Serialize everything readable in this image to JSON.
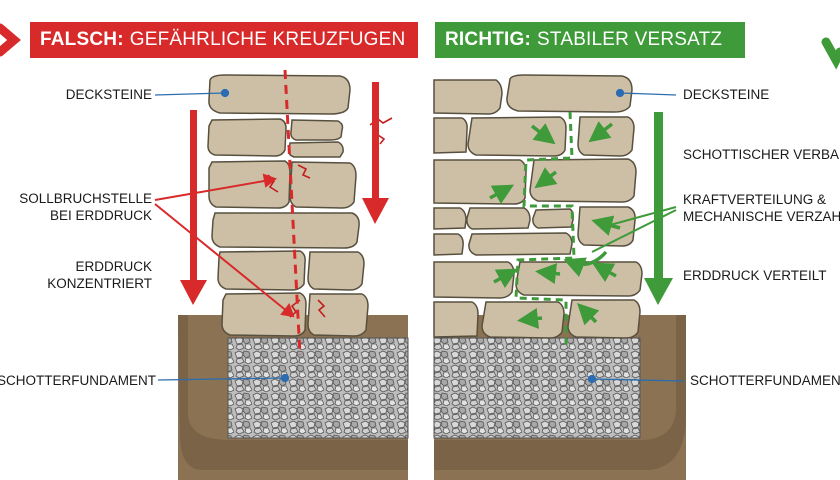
{
  "colors": {
    "wrong": "#d82a2a",
    "right": "#3f9a3a",
    "stone_fill": "#cdbfa6",
    "stone_stroke": "#58503f",
    "gravel_fill": "#b9b9b9",
    "soil_fill": "#8b7252",
    "leader_line": "#2b6db0"
  },
  "left_panel": {
    "verdict": "FALSCH:",
    "title": "GEFÄHRLICHE KREUZFUGEN",
    "labels": {
      "cap_stones": "DECKSTEINE",
      "breaking_point_line1": "SOLLBRUCHSTELLE",
      "breaking_point_line2": "BEI ERDDRUCK",
      "pressure_line1": "ERDDRUCK",
      "pressure_line2": "KONZENTRIERT",
      "foundation": "SCHOTTERFUNDAMENT"
    }
  },
  "right_panel": {
    "verdict": "RICHTIG:",
    "title": "STABILER VERSATZ",
    "labels": {
      "cap_stones": "DECKSTEINE",
      "bond": "SCHOTTISCHER VERBAND",
      "force_line1": "KRAFTVERTEILUNG &",
      "force_line2": "MECHANISCHE VERZAHNUNG",
      "pressure_spread": "ERDDRUCK VERTEILT",
      "foundation": "SCHOTTERFUNDAMENT"
    }
  },
  "icons": {
    "wrong": "x-mark-icon",
    "right": "check-mark-icon"
  }
}
